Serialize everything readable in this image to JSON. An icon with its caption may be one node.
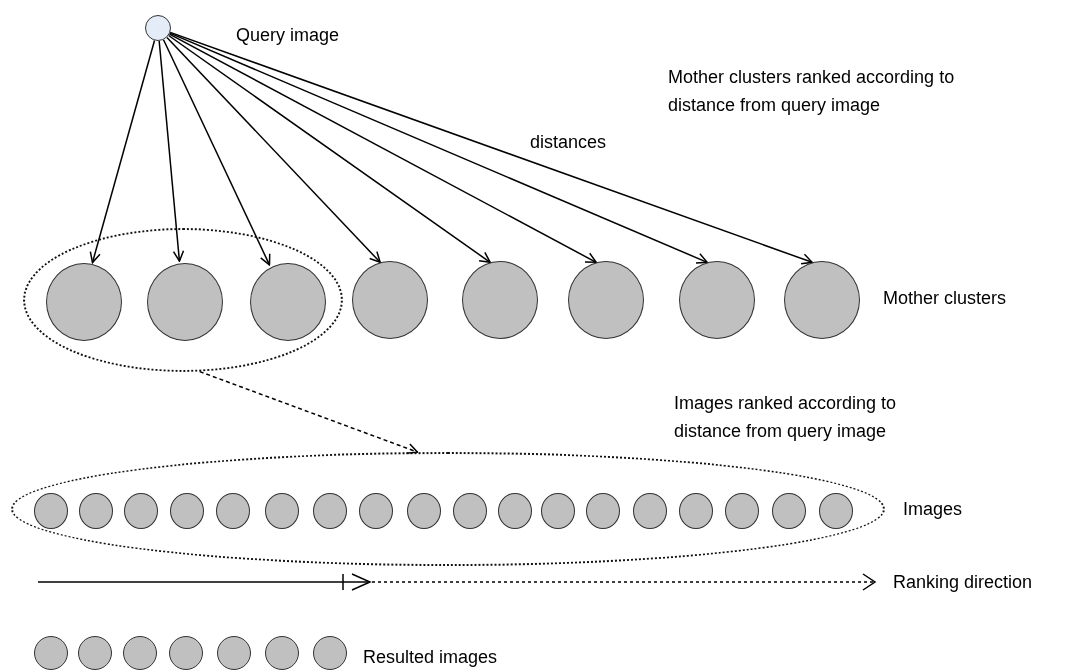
{
  "diagram": {
    "nodes": [
      {
        "text": [],
        "shape": "circle",
        "beside": [
          "Query image"
        ]
      },
      {
        "text": [],
        "shape": "ellipse"
      },
      {
        "text": [],
        "shape": "circle",
        "in": 1
      },
      {
        "text": [],
        "shape": "circle",
        "in": 1
      },
      {
        "text": [],
        "shape": "circle",
        "in": 1
      },
      {
        "text": [],
        "shape": "circle"
      },
      {
        "text": [],
        "shape": "circle"
      },
      {
        "text": [],
        "shape": "circle"
      },
      {
        "text": [],
        "shape": "circle"
      },
      {
        "text": [],
        "shape": "circle"
      },
      {
        "text": [],
        "shape": "ellipse",
        "beside": [
          "Images"
        ]
      },
      {
        "text": [],
        "shape": "circle",
        "in": 10
      },
      {
        "text": [],
        "shape": "circle",
        "in": 10
      },
      {
        "text": [],
        "shape": "circle",
        "in": 10
      },
      {
        "text": [],
        "shape": "circle",
        "in": 10
      },
      {
        "text": [],
        "shape": "circle",
        "in": 10
      },
      {
        "text": [],
        "shape": "circle",
        "in": 10
      },
      {
        "text": [],
        "shape": "circle",
        "in": 10
      },
      {
        "text": [],
        "shape": "circle",
        "in": 10
      },
      {
        "text": [],
        "shape": "circle",
        "in": 10
      },
      {
        "text": [],
        "shape": "circle",
        "in": 10
      },
      {
        "text": [],
        "shape": "circle",
        "in": 10
      },
      {
        "text": [],
        "shape": "circle",
        "in": 10
      },
      {
        "text": [],
        "shape": "circle",
        "in": 10
      },
      {
        "text": [],
        "shape": "circle",
        "in": 10
      },
      {
        "text": [],
        "shape": "circle",
        "in": 10
      },
      {
        "text": [],
        "shape": "circle",
        "in": 10
      },
      {
        "text": [],
        "shape": "circle",
        "in": 10
      },
      {
        "text": [],
        "shape": "circle",
        "in": 10
      },
      {
        "text": [],
        "shape": "circle"
      },
      {
        "text": [],
        "shape": "circle"
      },
      {
        "text": [],
        "shape": "circle"
      },
      {
        "text": [],
        "shape": "circle"
      },
      {
        "text": [],
        "shape": "circle"
      },
      {
        "text": [],
        "shape": "circle"
      },
      {
        "text": [],
        "shape": "circle"
      }
    ],
    "edges": [
      {
        "from": 0,
        "to": 2,
        "arrow": "to"
      },
      {
        "from": 0,
        "to": 3,
        "arrow": "to"
      },
      {
        "from": 0,
        "to": 4,
        "arrow": "to"
      },
      {
        "from": 0,
        "to": 5,
        "arrow": "to"
      },
      {
        "from": 0,
        "to": 6,
        "arrow": "to"
      },
      {
        "from": 0,
        "to": 7,
        "arrow": "to"
      },
      {
        "from": 0,
        "to": 8,
        "arrow": "to"
      },
      {
        "from": 0,
        "to": 9,
        "arrow": "to"
      },
      {
        "from": 1,
        "to": 10,
        "arrow": "to",
        "style": "dashed"
      }
    ],
    "labels": [
      "Mother clusters ranked according to distance from query image",
      "distances",
      "Mother clusters",
      "Images ranked according to distance from query image",
      "Ranking direction",
      "Resulted images"
    ]
  }
}
